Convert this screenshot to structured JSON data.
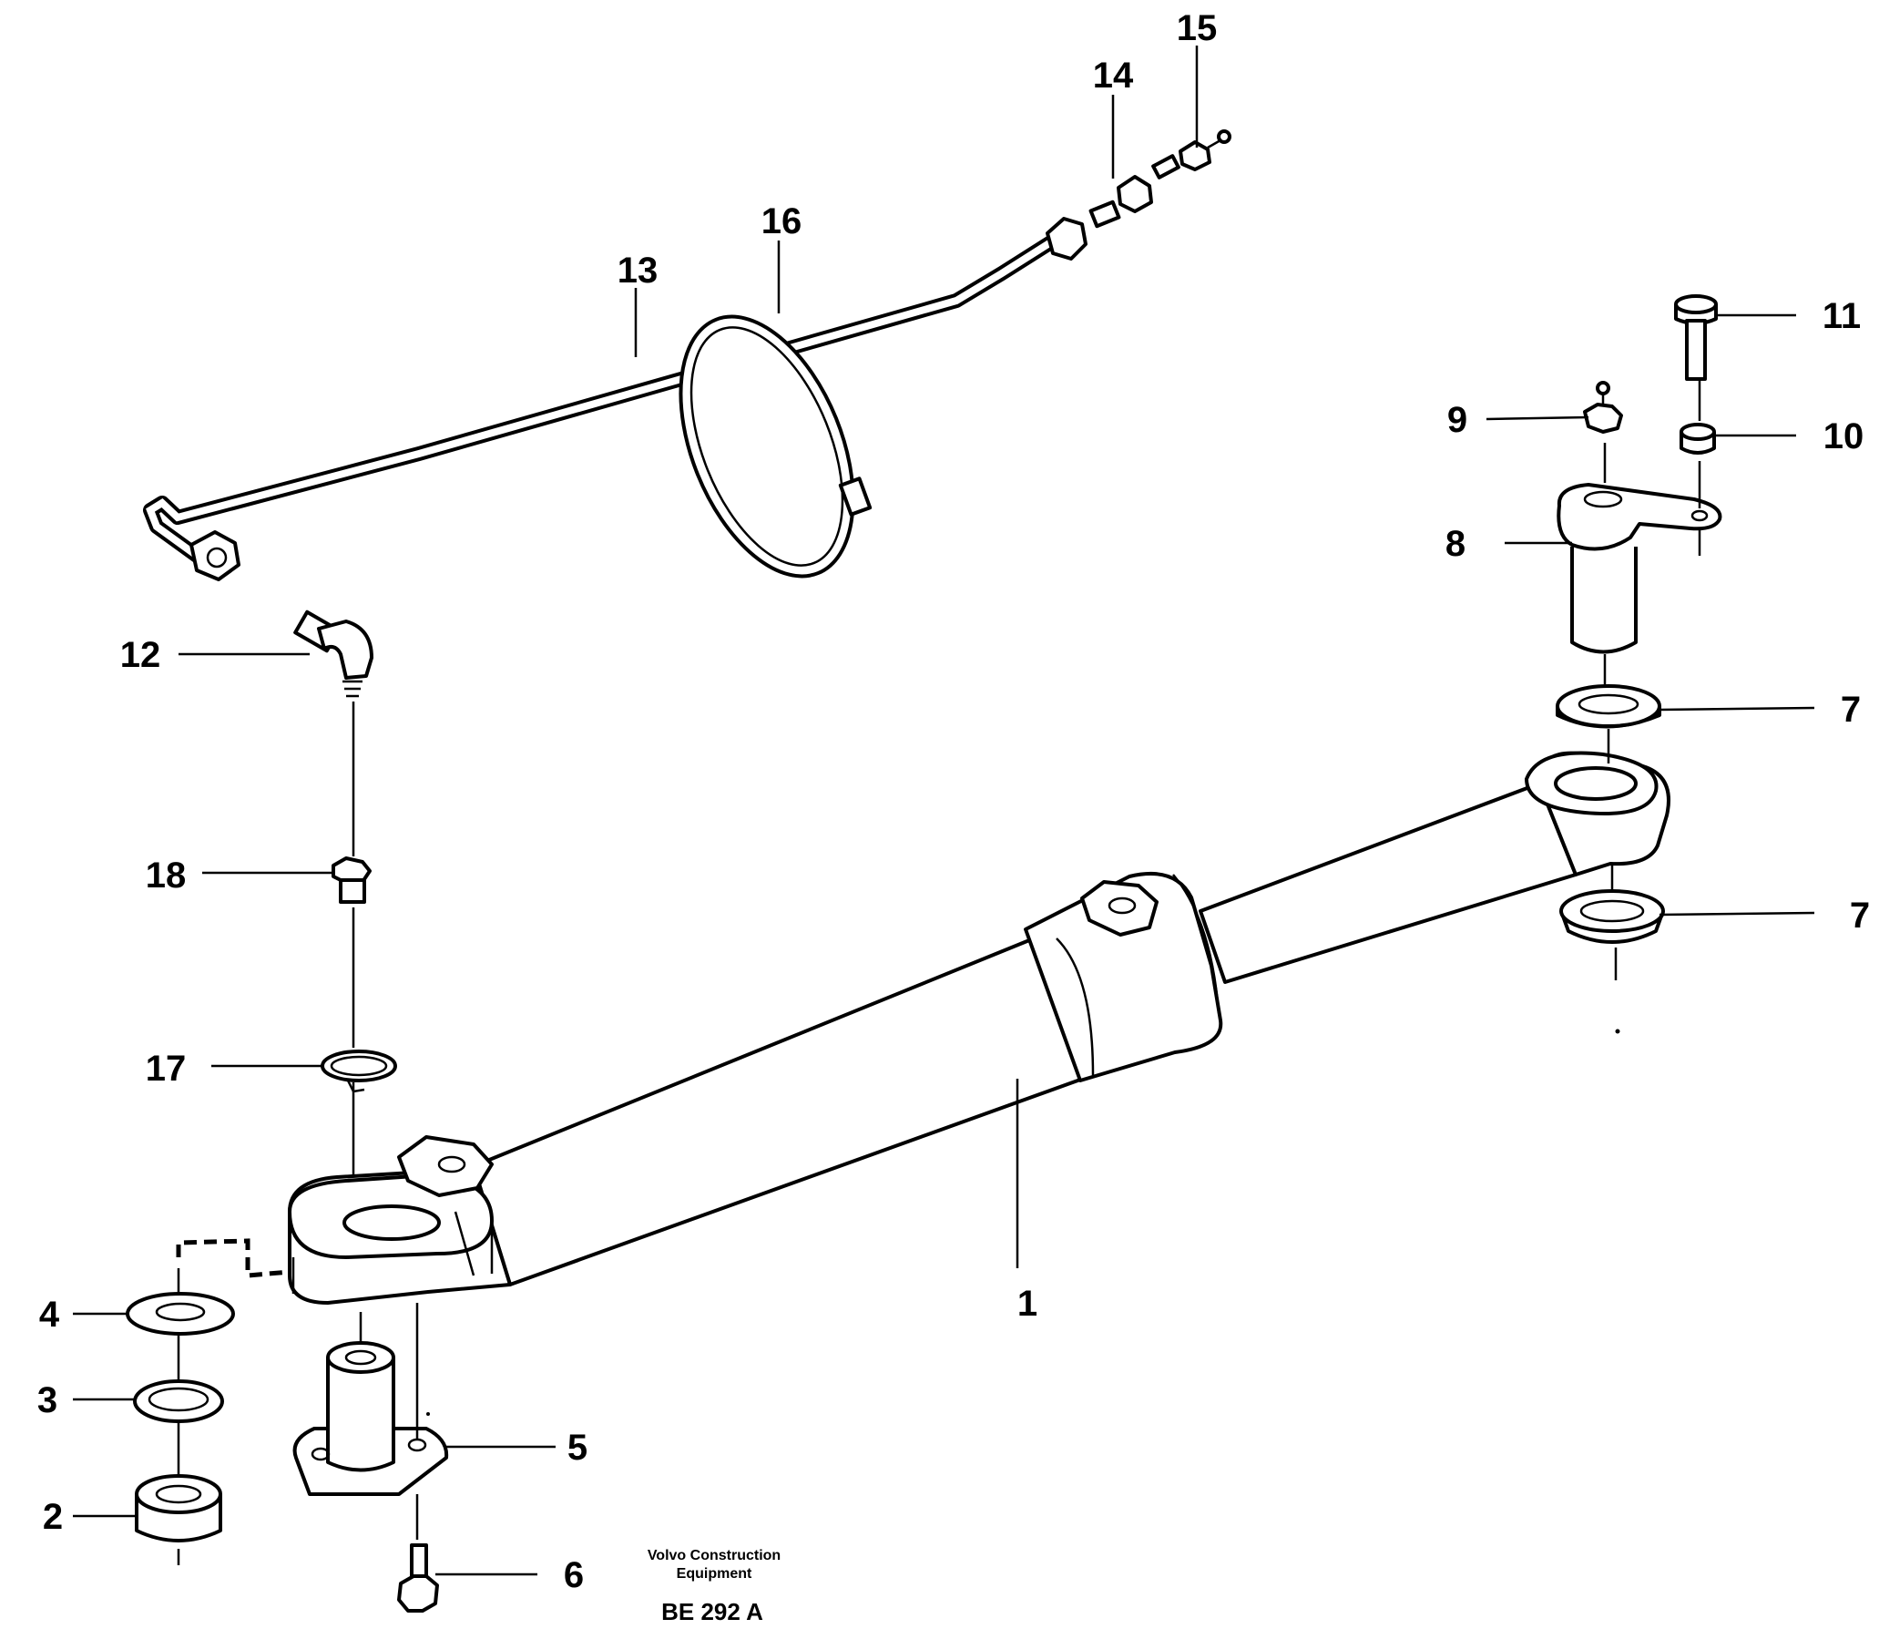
{
  "callouts": [
    "1",
    "2",
    "3",
    "4",
    "5",
    "6",
    "7",
    "7",
    "8",
    "9",
    "10",
    "11",
    "12",
    "13",
    "14",
    "15",
    "16",
    "17",
    "18"
  ],
  "caption": {
    "company_line1": "Volvo Construction",
    "company_line2": "Equipment",
    "drawing_id": "BE 292 A"
  },
  "colors": {
    "ink": "#000000",
    "paper": "#ffffff"
  }
}
